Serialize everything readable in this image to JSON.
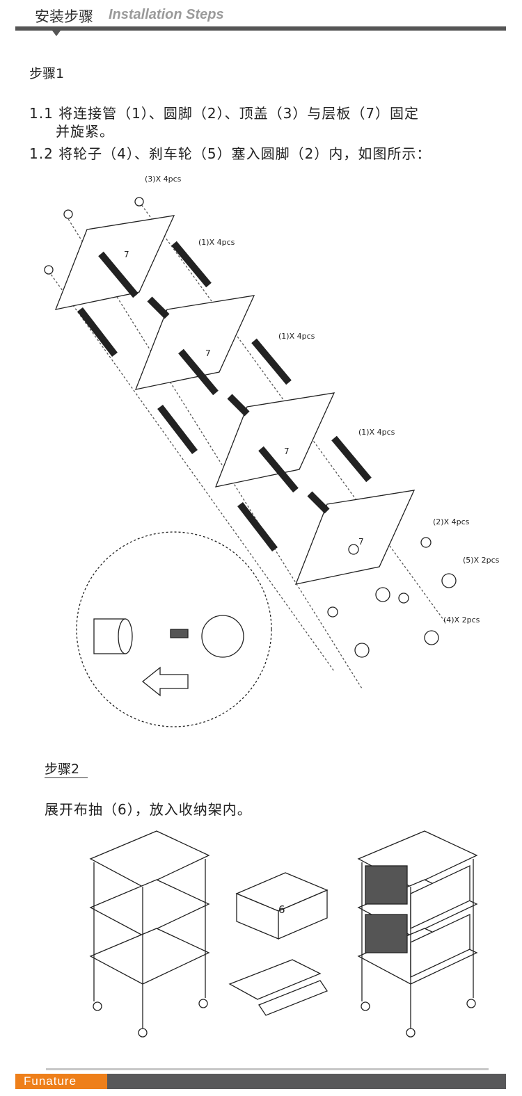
{
  "header": {
    "title_cn": "安装步骤",
    "title_en": "Installation Steps"
  },
  "step1": {
    "title": "步骤1",
    "line1": "1.1 将连接管（1）、圆脚（2）、顶盖（3）与层板（7）固定",
    "line1b": "并旋紧。",
    "line2": "1.2 将轮子（4）、刹车轮（5）塞入圆脚（2）内，如图所示：",
    "labels": {
      "caps": "(3)X 4pcs",
      "tube1": "(1)X 4pcs",
      "tube2": "(1)X 4pcs",
      "tube3": "(1)X 4pcs",
      "feet": "(2)X 4pcs",
      "brake": "(5)X 2pcs",
      "wheel": "(4)X 2pcs",
      "shelf": "7"
    }
  },
  "step2": {
    "title": "步骤2",
    "text": "展开布抽（6），放入收纳架内。",
    "drawer": "6"
  },
  "footer": {
    "brand": "Funature"
  }
}
